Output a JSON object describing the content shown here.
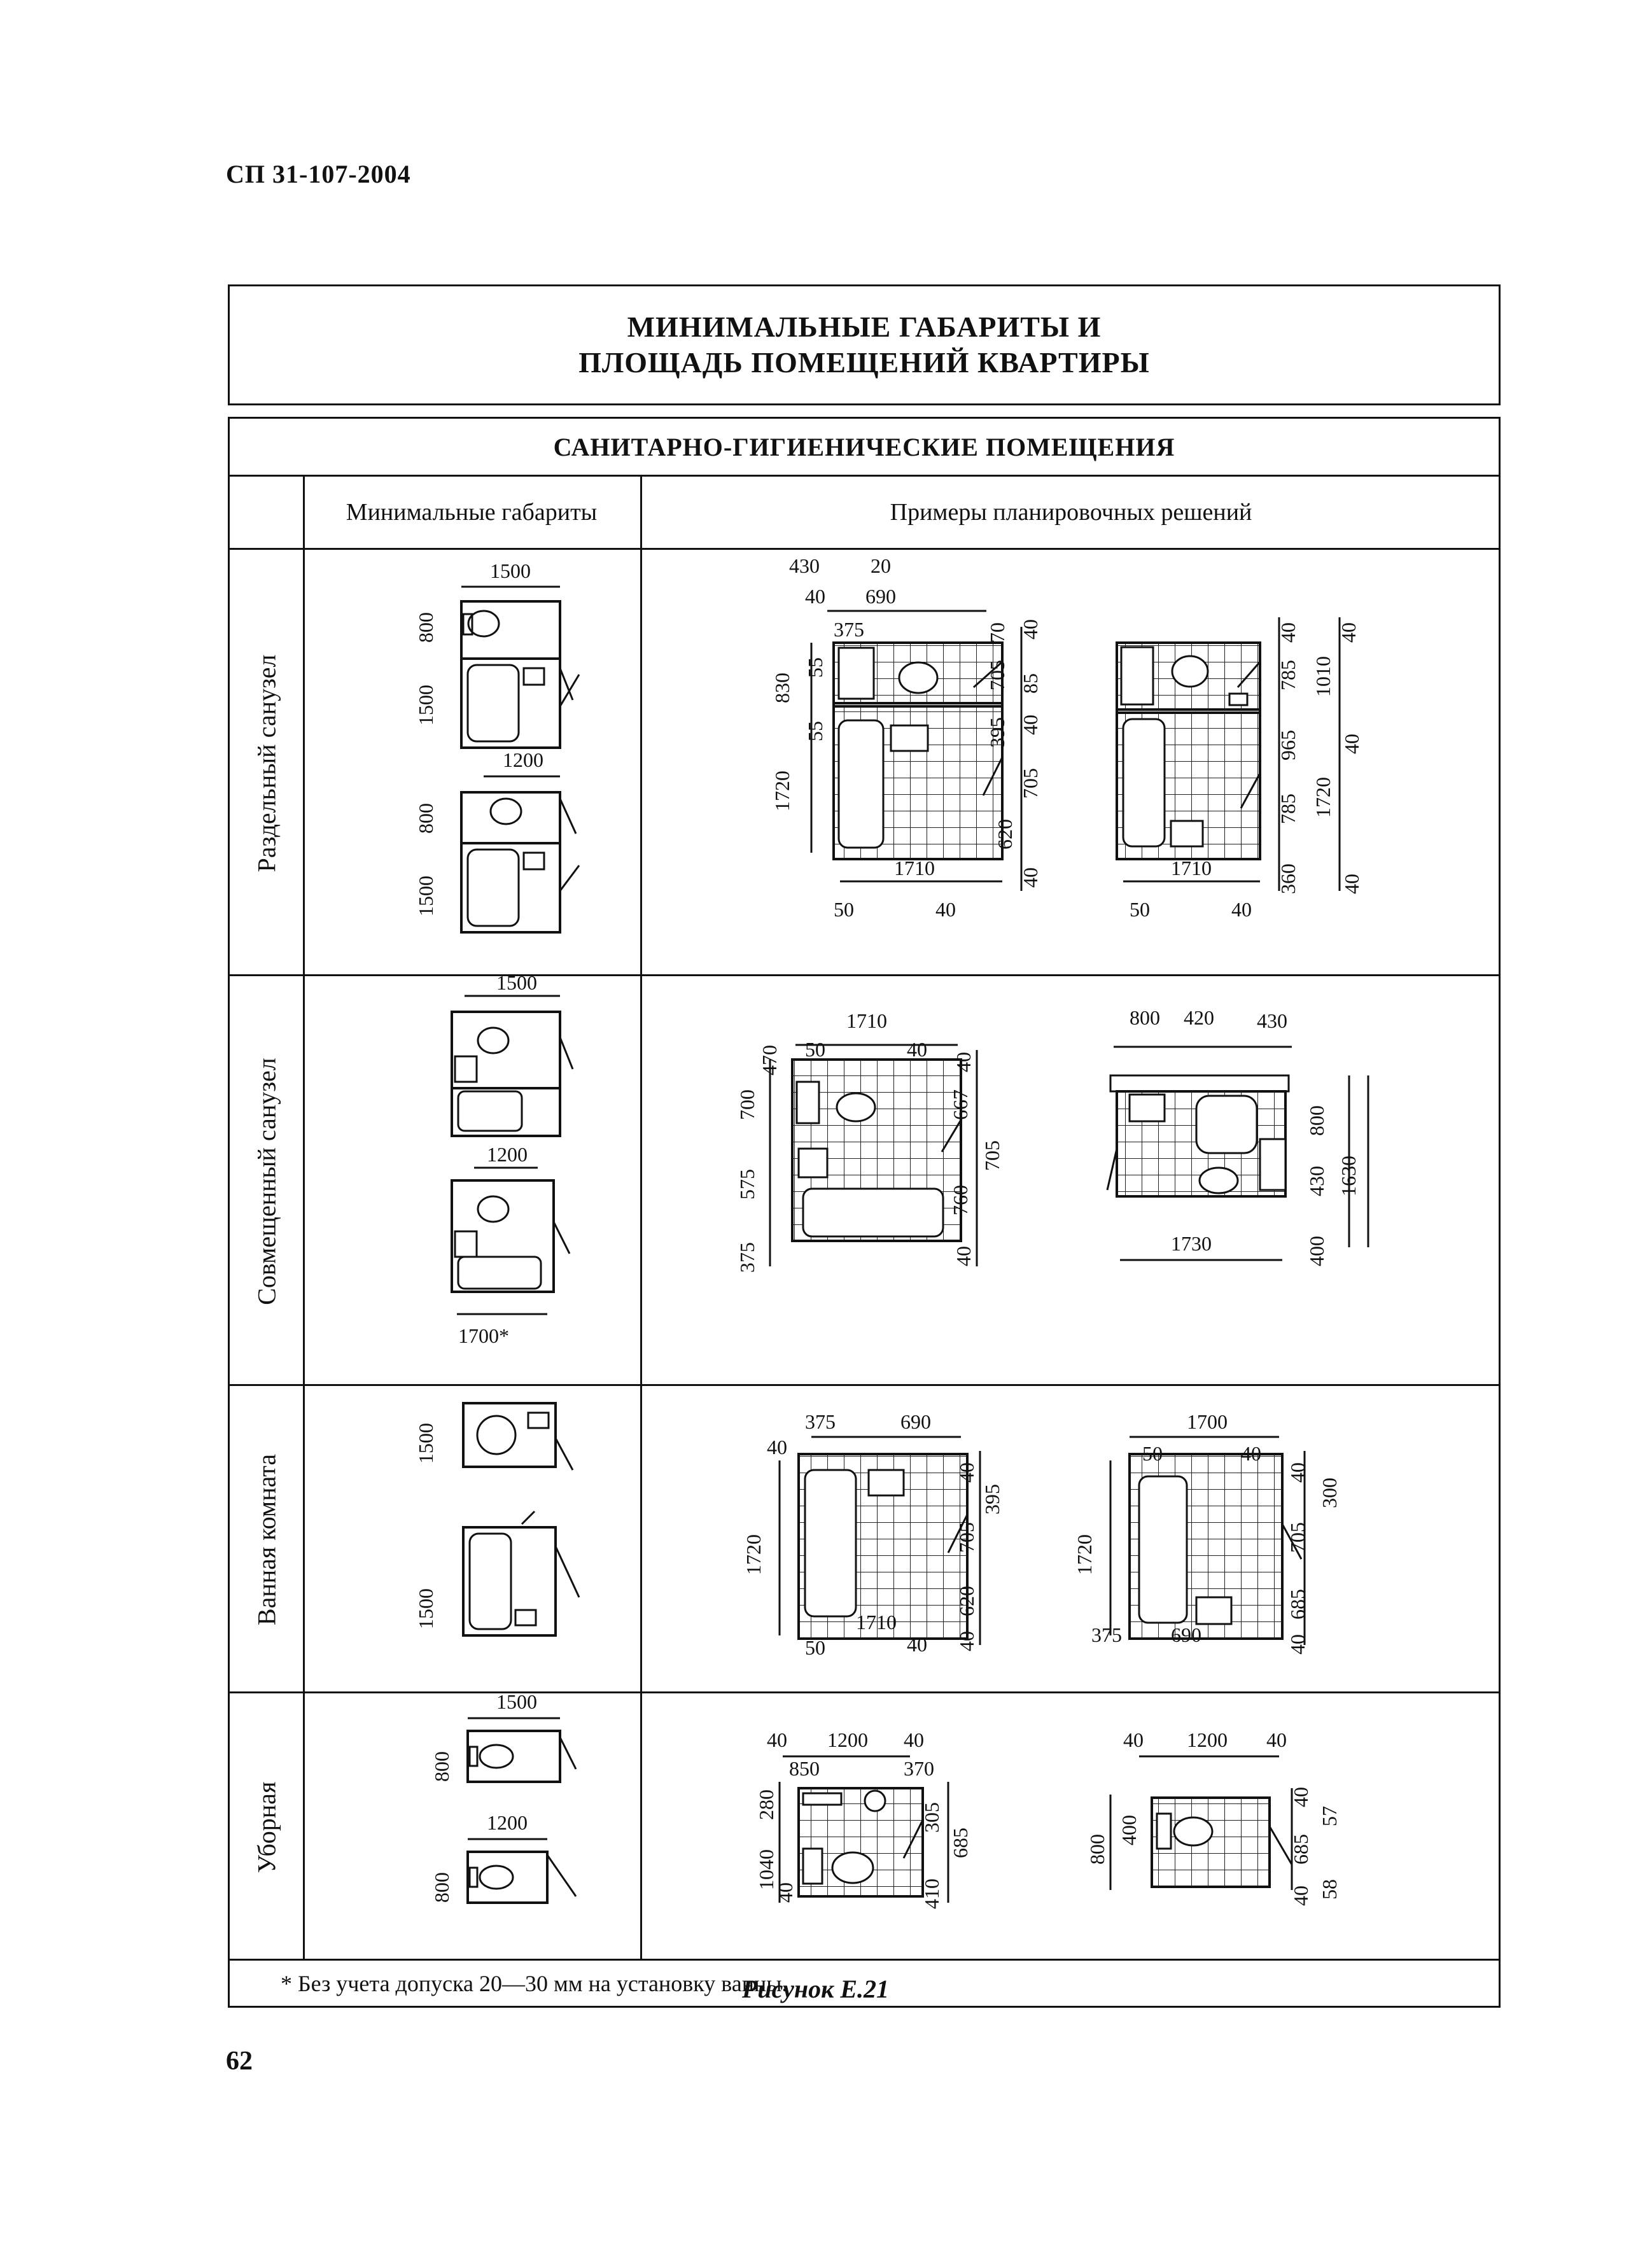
{
  "header": {
    "doc_code": "СП 31-107-2004"
  },
  "title": {
    "line1": "МИНИМАЛЬНЫЕ ГАБАРИТЫ И",
    "line2": "ПЛОЩАДЬ ПОМЕЩЕНИЙ КВАРТИРЫ"
  },
  "table": {
    "section_title": "САНИТАРНО-ГИГИЕНИЧЕСКИЕ ПОМЕЩЕНИЯ",
    "col_min": "Минимальные габариты",
    "col_examples": "Примеры планировочных решений",
    "rows": [
      {
        "label": "Раздельный санузел"
      },
      {
        "label": "Совмещенный санузел"
      },
      {
        "label": "Ванная комната"
      },
      {
        "label": "Уборная"
      }
    ],
    "footnote": "* Без учета допуска 20—30 мм на установку ванны."
  },
  "dims": {
    "r1_min": {
      "w1": "1500",
      "h1": "800",
      "h2": "1500",
      "w2": "1200",
      "h3": "800",
      "h4": "1500"
    },
    "r1_ex1": {
      "a": "430",
      "b": "20",
      "c": "40",
      "d": "690",
      "e": "375",
      "f": "830",
      "g": "55",
      "h": "55",
      "i": "1720",
      "j": "70",
      "k": "40",
      "l": "705",
      "m": "85",
      "n": "395",
      "o": "40",
      "p": "705",
      "q": "620",
      "r": "40",
      "s": "1710",
      "t": "50",
      "u": "40"
    },
    "r1_ex2": {
      "a": "40",
      "b": "40",
      "c": "785",
      "d": "1010",
      "e": "965",
      "f": "40",
      "g": "785",
      "h": "1720",
      "i": "360",
      "j": "40",
      "k": "1710",
      "l": "50",
      "m": "40"
    },
    "r2_min": {
      "w1": "1500",
      "w2": "1200",
      "w3": "1700*"
    },
    "r2_ex1": {
      "a": "1710",
      "b": "50",
      "c": "40",
      "d": "470",
      "e": "40",
      "f": "700",
      "g": "667",
      "h": "705",
      "i": "575",
      "j": "760",
      "k": "375",
      "l": "40"
    },
    "r2_ex2": {
      "a": "800",
      "b": "420",
      "c": "430",
      "d": "800",
      "e": "430",
      "f": "1630",
      "g": "400",
      "h": "1730"
    },
    "r3_min": {
      "h1": "1500",
      "h2": "1500"
    },
    "r3_ex1": {
      "a": "375",
      "b": "690",
      "c": "40",
      "d": "40",
      "e": "395",
      "f": "1720",
      "g": "705",
      "h": "620",
      "i": "1710",
      "j": "40",
      "k": "50",
      "l": "40"
    },
    "r3_ex2": {
      "a": "1700",
      "b": "50",
      "c": "40",
      "d": "40",
      "e": "300",
      "f": "1720",
      "g": "705",
      "h": "685",
      "i": "40",
      "j": "375",
      "k": "690"
    },
    "r4_min": {
      "w1": "1500",
      "h1": "800",
      "w2": "1200",
      "h2": "800"
    },
    "r4_ex1": {
      "a": "40",
      "b": "1200",
      "c": "40",
      "d": "850",
      "e": "370",
      "f": "280",
      "g": "305",
      "h": "1040",
      "i": "685",
      "j": "40",
      "k": "410"
    },
    "r4_ex2": {
      "a": "40",
      "b": "1200",
      "c": "40",
      "d": "800",
      "e": "400",
      "f": "40",
      "g": "57",
      "h": "685",
      "i": "40",
      "j": "58"
    }
  },
  "caption": "Рисунок Е.21",
  "page_number": "62"
}
